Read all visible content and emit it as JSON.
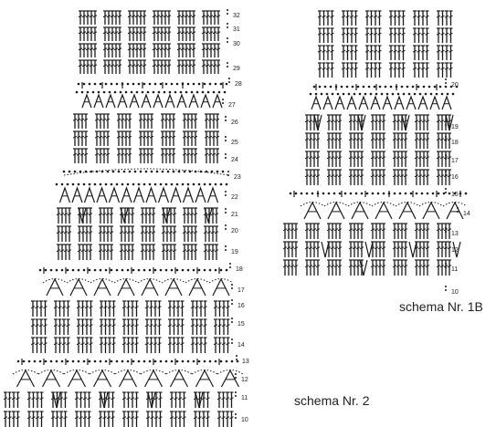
{
  "schema_2": {
    "caption": "schema Nr. 2",
    "row_numbers": [
      "32",
      "31",
      "30",
      "29",
      "28",
      "27",
      "26",
      "25",
      "24",
      "23",
      "22",
      "21",
      "20",
      "19",
      "18",
      "17",
      "16",
      "15",
      "14",
      "13",
      "12",
      "11",
      "10"
    ]
  },
  "schema_1b": {
    "caption": "schema Nr. 1B",
    "row_numbers": [
      "20",
      "19",
      "18",
      "17",
      "16",
      "15",
      "14",
      "13",
      "12",
      "11",
      "10"
    ]
  },
  "colors": {
    "ink": "#1a1a1a",
    "background": "#ffffff"
  }
}
